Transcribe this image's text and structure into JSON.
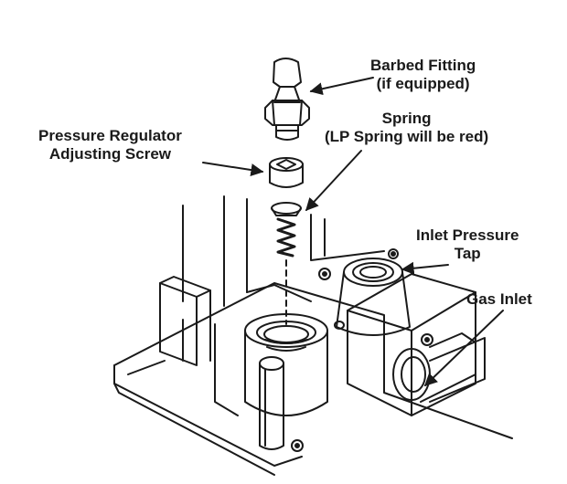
{
  "colors": {
    "ink": "#1a1a1a",
    "paper": "#ffffff"
  },
  "labels": {
    "barbed_fitting": {
      "line1": "Barbed Fitting",
      "line2": "(if equipped)"
    },
    "spring": {
      "line1": "Spring",
      "line2": "(LP Spring will be red)"
    },
    "adjusting_screw": {
      "line1": "Pressure Regulator",
      "line2": "Adjusting Screw"
    },
    "inlet_tap": {
      "line1": "Inlet Pressure",
      "line2": "Tap"
    },
    "gas_inlet": {
      "line1": "Gas Inlet"
    }
  }
}
